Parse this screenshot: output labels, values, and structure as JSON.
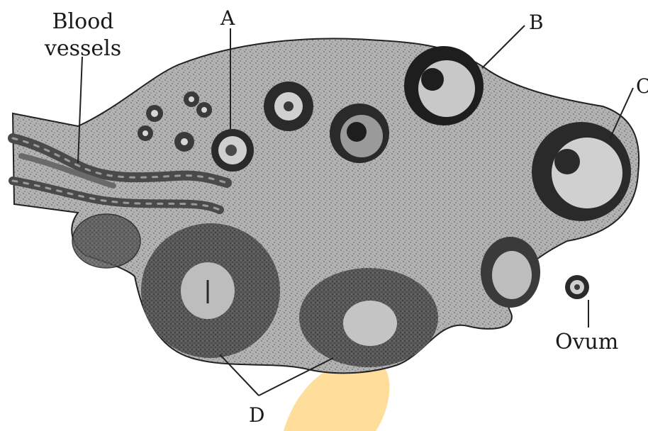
{
  "labels": {
    "blood_vessels_line1": "Blood",
    "blood_vessels_line2": "vessels",
    "a": "A",
    "b": "B",
    "c": "C",
    "d": "D",
    "ovum": "Ovum"
  },
  "colors": {
    "stroma": "#a9a9a9",
    "outline": "#222222",
    "follicle_ring": "#2a2a2a",
    "antrum": "#d0d0d0",
    "corpus": "#6e6e6e",
    "watermark": "#ffd27a"
  }
}
